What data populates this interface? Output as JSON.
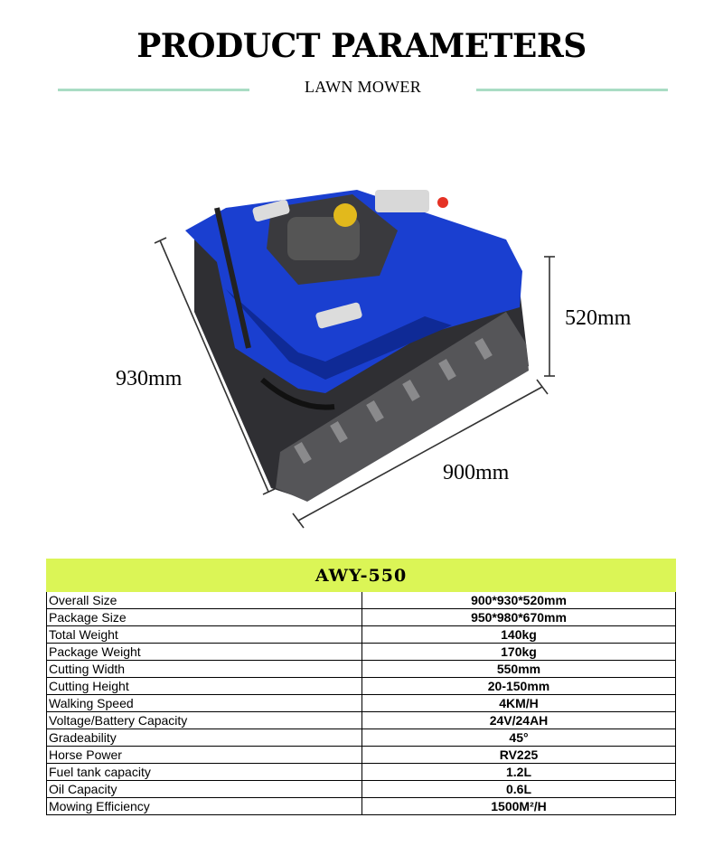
{
  "header": {
    "title": "PRODUCT PARAMETERS",
    "subtitle": "LAWN MOWER"
  },
  "dimensions": {
    "length": "930mm",
    "width": "900mm",
    "height": "520mm"
  },
  "colors": {
    "divider": "#a9dcc4",
    "model_band": "#dbf556",
    "mower_body": "#1a3fd0"
  },
  "table": {
    "model": "AWY-550",
    "rows": [
      {
        "key": "Overall Size",
        "value": "900*930*520mm"
      },
      {
        "key": "Package Size",
        "value": "950*980*670mm"
      },
      {
        "key": "Total Weight",
        "value": "140kg"
      },
      {
        "key": "Package Weight",
        "value": "170kg"
      },
      {
        "key": "Cutting Width",
        "value": "550mm"
      },
      {
        "key": "Cutting Height",
        "value": "20-150mm"
      },
      {
        "key": "Walking Speed",
        "value": "4KM/H"
      },
      {
        "key": "Voltage/Battery Capacity",
        "value": "24V/24AH"
      },
      {
        "key": "Gradeability",
        "value": "45°"
      },
      {
        "key": "Horse Power",
        "value": "RV225"
      },
      {
        "key": "Fuel tank capacity",
        "value": "1.2L"
      },
      {
        "key": "Oil Capacity",
        "value": "0.6L"
      },
      {
        "key": "Mowing Efficiency",
        "value": "1500M²/H"
      }
    ]
  }
}
